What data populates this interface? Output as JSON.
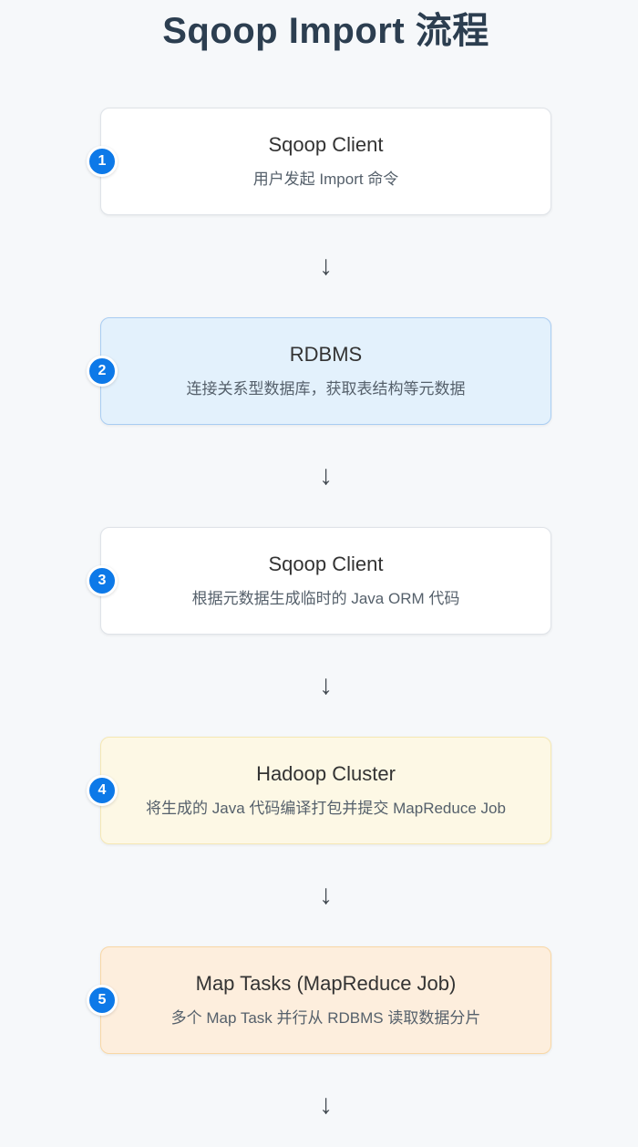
{
  "page": {
    "title": "Sqoop Import 流程",
    "background": "#f6f8fa",
    "title_color": "#2c3e50"
  },
  "arrow": {
    "glyph": "↓",
    "color": "#40484f"
  },
  "badge": {
    "color": "#0d79e8",
    "text_color": "#ffffff"
  },
  "steps": [
    {
      "number": "1",
      "title": "Sqoop Client",
      "description": "用户发起 Import 命令",
      "bg": "#ffffff",
      "border": "#dfe3e8"
    },
    {
      "number": "2",
      "title": "RDBMS",
      "description": "连接关系型数据库，获取表结构等元数据",
      "bg": "#e3f1fc",
      "border": "#a9cdf2"
    },
    {
      "number": "3",
      "title": "Sqoop Client",
      "description": "根据元数据生成临时的 Java ORM 代码",
      "bg": "#ffffff",
      "border": "#dfe3e8"
    },
    {
      "number": "4",
      "title": "Hadoop Cluster",
      "description": "将生成的 Java 代码编译打包并提交 MapReduce Job",
      "bg": "#fdf8e5",
      "border": "#f5e8b4"
    },
    {
      "number": "5",
      "title": "Map Tasks (MapReduce Job)",
      "description": "多个 Map Task 并行从 RDBMS 读取数据分片",
      "bg": "#fdeedd",
      "border": "#f8d7a5"
    }
  ]
}
